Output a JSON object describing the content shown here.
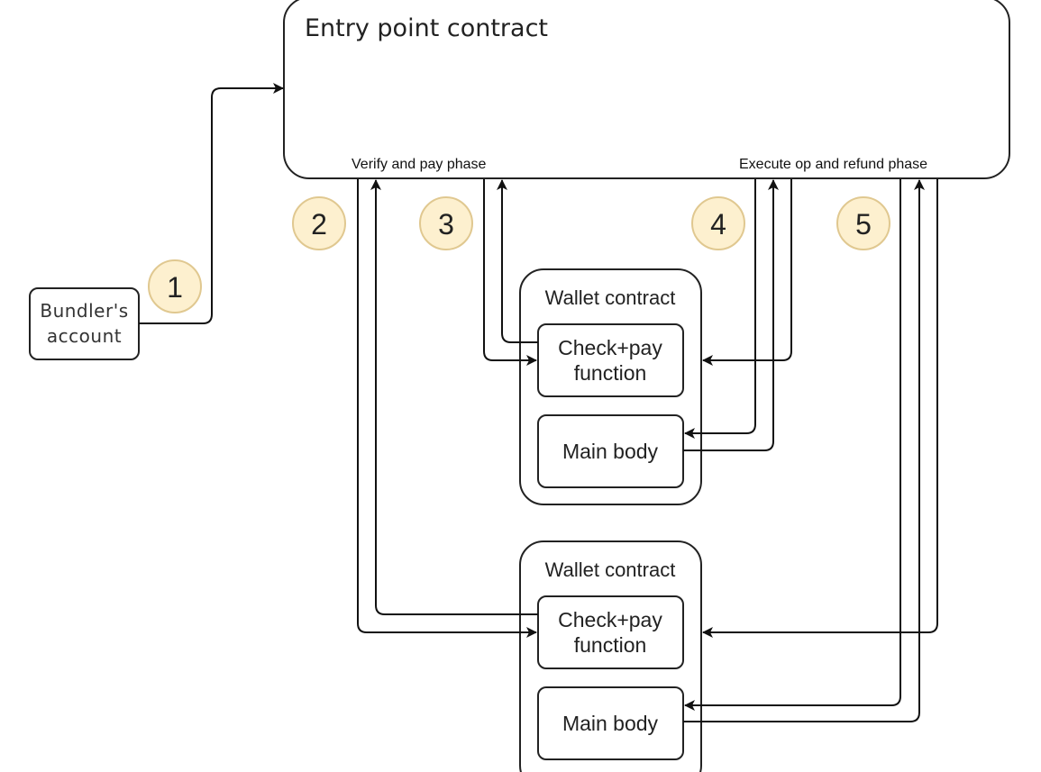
{
  "entry_point": {
    "title": "Entry point contract",
    "verify_phase_label": "Verify and pay phase",
    "execute_phase_label": "Execute op and refund phase"
  },
  "bundler": {
    "line1": "Bundler's",
    "line2": "account"
  },
  "wallets": [
    {
      "title": "Wallet contract",
      "check_line1": "Check+pay",
      "check_line2": "function",
      "main_body": "Main body"
    },
    {
      "title": "Wallet contract",
      "check_line1": "Check+pay",
      "check_line2": "function",
      "main_body": "Main body"
    }
  ],
  "steps": [
    "1",
    "2",
    "3",
    "4",
    "5"
  ],
  "colors": {
    "badge_fill": "#fdf0cf",
    "badge_stroke": "#e0c890",
    "stroke": "#222222"
  }
}
